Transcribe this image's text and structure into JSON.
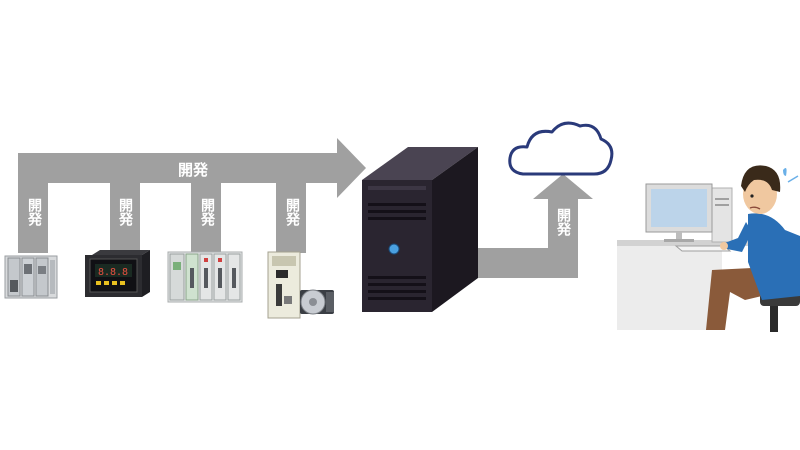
{
  "diagram": {
    "main_arrow_label": "開発",
    "device_labels": [
      "開発",
      "開発",
      "開発",
      "開発"
    ],
    "cloud_arrow_label": "開発",
    "devices": [
      "io-module-icon",
      "temperature-controller-icon",
      "plc-rack-icon",
      "servo-drive-motor-icon"
    ],
    "colors": {
      "arrow": "#a0a0a0",
      "server": "#2a2530",
      "cloud": "#2a3a7a",
      "led": "#4aa0e0",
      "shirt": "#2a6fb6"
    }
  },
  "controller_display": {
    "digits": "8.8.8"
  }
}
